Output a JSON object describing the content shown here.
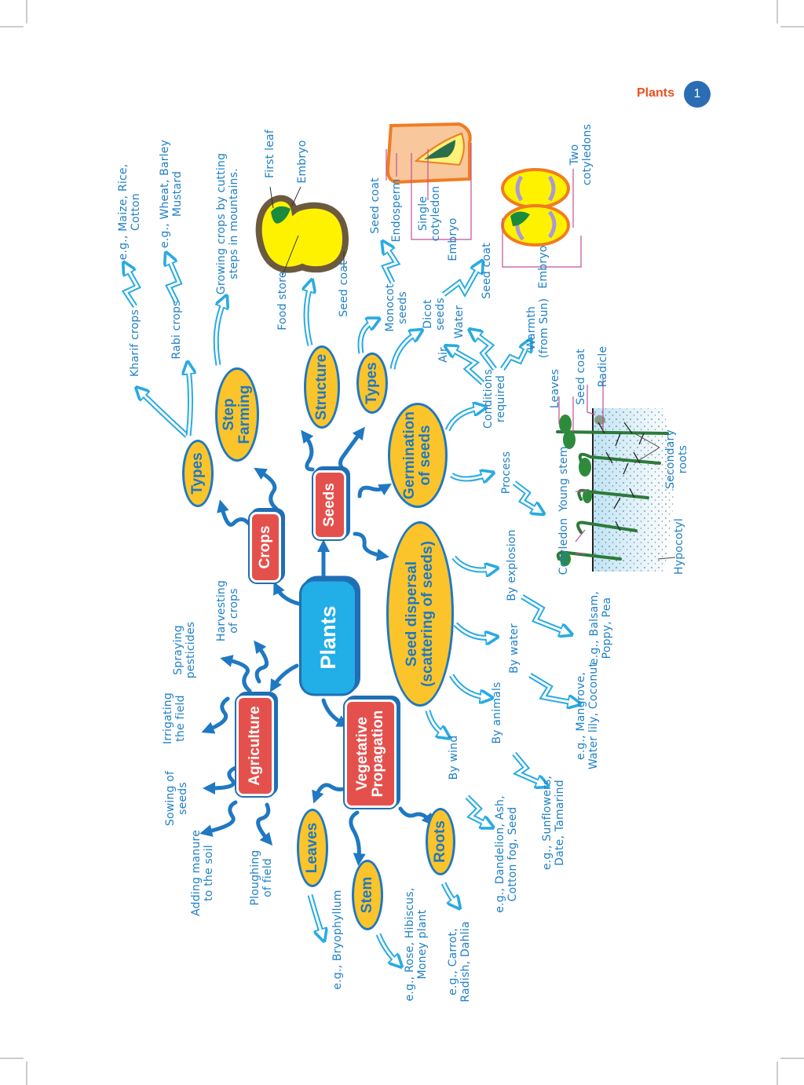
{
  "header": {
    "title": "Plants",
    "page_number": "1"
  },
  "nodes": {
    "center": "Plants",
    "crops": "Crops",
    "seeds": "Seeds",
    "agriculture": "Agriculture",
    "vegetative": "Vegetative\nPropagation",
    "crop_types": "Types",
    "step_farming": "Step\nFarming",
    "structure": "Structure",
    "seed_types": "Types",
    "germination": "Germination\nof seeds",
    "dispersal": "Seed dispersal\n(scattering of seeds)",
    "leaves": "Leaves",
    "stem": "Stem",
    "roots": "Roots"
  },
  "labels": {
    "kharif": "Kharif crops",
    "kharif_eg": "e.g., Maize, Rice,\nCotton",
    "rabi": "Rabi crops",
    "rabi_eg": "e.g., Wheat, Barley\nMustard",
    "step_desc": "Growing crops by cutting\nsteps in mountains.",
    "food_store": "Food store",
    "dicot_seed_coat": "Seed coat",
    "first_leaf": "First leaf",
    "embryo1": "Embryo",
    "mono_seed_coat": "Seed coat",
    "endosperm": "Endosperm",
    "single_cot": "Single\ncotyledon",
    "mono_embryo": "Embryo",
    "monocot": "Monocot\nseeds",
    "dicot": "Dicot\nseeds",
    "dicot2_seed_coat": "Seed coat",
    "dicot2_embryo": "Embryo",
    "two_cot": "Two\ncotyledons",
    "air": "Air",
    "water": "Water",
    "conditions": "Conditions\nrequired",
    "warmth": "Warmth\n(from Sun)",
    "g_leaves": "Leaves",
    "g_seed_coat": "Seed coat",
    "radicle": "Radicle",
    "process": "Process",
    "young_stem": "Young stem",
    "cotyledon": "Cotyledon",
    "secondary_roots": "Secondary\nroots",
    "hypocotyl": "Hypocotyl",
    "by_explosion": "By explosion",
    "explosion_eg": "e.g., Balsam,\nPoppy, Pea",
    "by_water": "By water",
    "water_eg": "e.g., Mangrove,\nWater lily, Coconut",
    "by_animals": "By animals",
    "animals_eg": "e.g., Sunflowers,\nDate, Tamarind",
    "by_wind": "By wind",
    "wind_eg": "e.g., Dandelion, Ash,\nCotton fog, Seed",
    "roots_eg": "e.g., Carrot,\nRadish, Dahlia",
    "stem_eg": "e.g., Rose, Hibiscus,\nMoney plant",
    "leaves_eg": "e.g., Bryophyllum",
    "manure": "Adding manure\nto the soil",
    "ploughing": "Ploughing\nof field",
    "sowing": "Sowing of\nseeds",
    "irrigating": "Irrigating\nthe field",
    "spraying": "Spraying\npesticides",
    "harvesting": "Harvesting\nof crops"
  },
  "colors": {
    "node_red": "#e4514d",
    "node_yellow": "#fbc42b",
    "node_blue": "#22aee6",
    "text_blue": "#1f80c6",
    "header_orange": "#e8531f"
  }
}
